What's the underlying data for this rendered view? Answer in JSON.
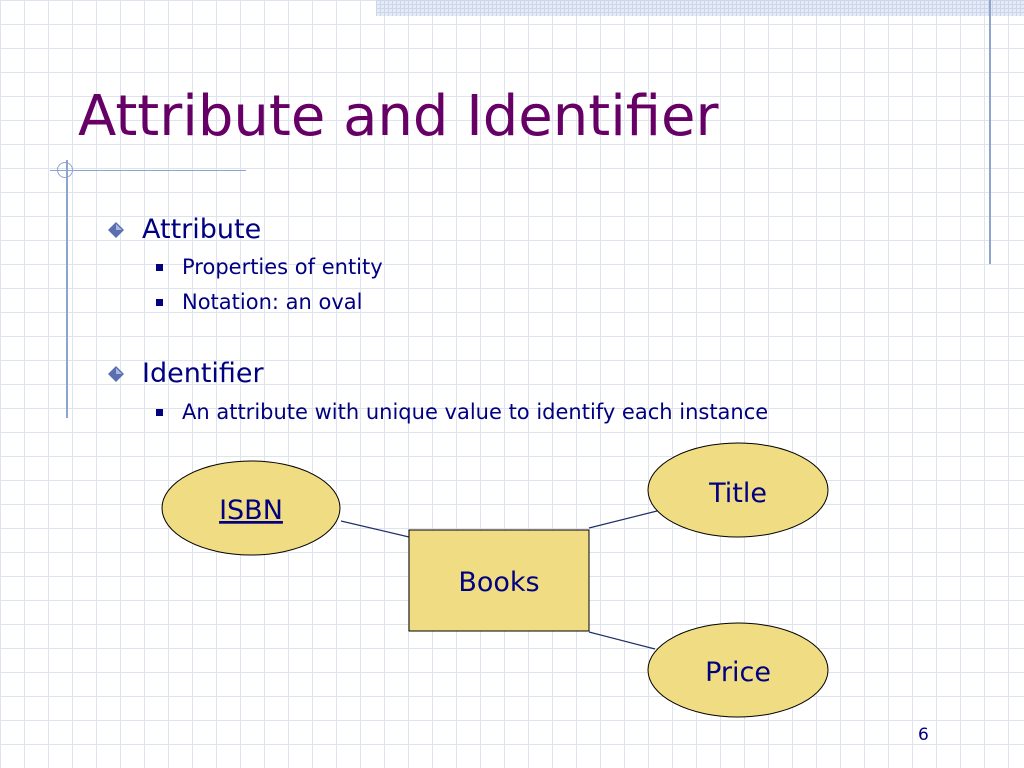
{
  "slide": {
    "title": "Attribute and Identifier",
    "page_number": "6"
  },
  "bullets": [
    {
      "text": "Attribute",
      "subitems": [
        "Properties of entity",
        "Notation: an oval"
      ]
    },
    {
      "text": "Identifier",
      "subitems": [
        "An attribute with unique value to identify each instance"
      ]
    }
  ],
  "diagram": {
    "entity": {
      "label": "Books",
      "shape": "rectangle"
    },
    "attributes": [
      {
        "label": "ISBN",
        "shape": "oval",
        "identifier": true
      },
      {
        "label": "Title",
        "shape": "oval",
        "identifier": false
      },
      {
        "label": "Price",
        "shape": "oval",
        "identifier": false
      }
    ],
    "colors": {
      "fill": "#F0DC82",
      "stroke": "#000000",
      "text": "#000080",
      "title": "#660066"
    }
  }
}
